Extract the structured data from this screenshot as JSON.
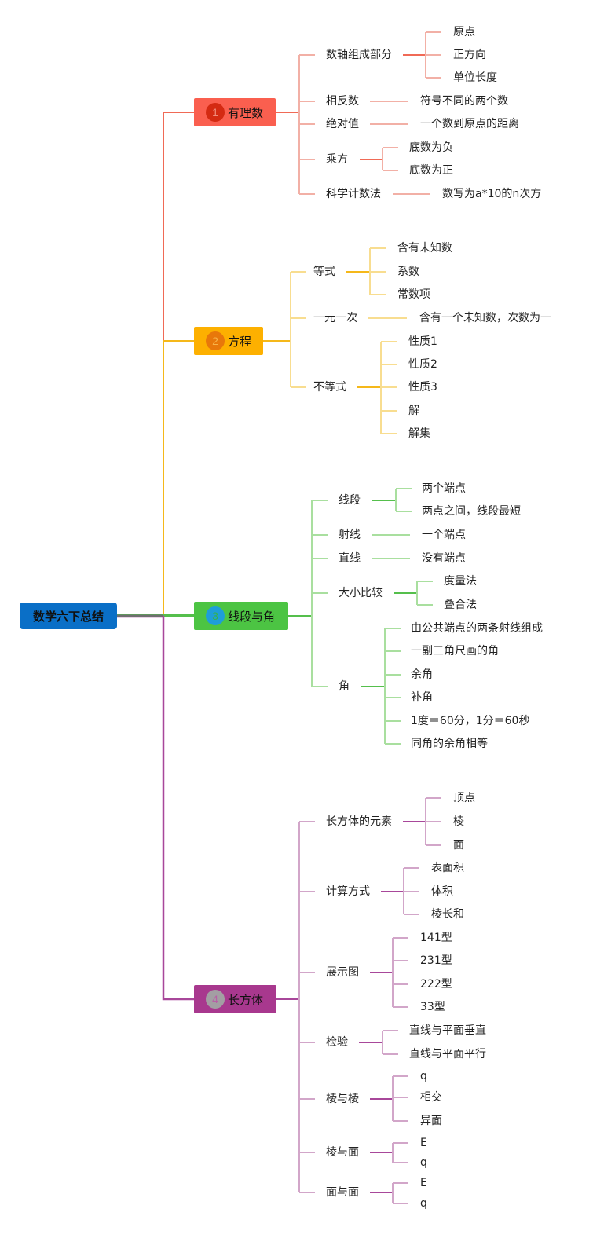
{
  "root": {
    "label": "数学六下总结",
    "color": "#0a6fc7"
  },
  "topics": [
    {
      "number": "1",
      "label": "有理数",
      "color": "#fa5f4f",
      "badge_color": "#d42a12",
      "badge_text_color": "#f08a7a",
      "line_color": "#f06a56",
      "child_line_color": "#f2b0a6",
      "children": [
        {
          "label": "数轴组成部分",
          "children": [
            {
              "label": "原点"
            },
            {
              "label": "正方向"
            },
            {
              "label": "单位长度"
            }
          ]
        },
        {
          "label": "相反数",
          "children": [
            {
              "label": "符号不同的两个数"
            }
          ]
        },
        {
          "label": "绝对值",
          "children": [
            {
              "label": "一个数到原点的距离"
            }
          ]
        },
        {
          "label": "乘方",
          "children": [
            {
              "label": "底数为负"
            },
            {
              "label": "底数为正"
            }
          ]
        },
        {
          "label": "科学计数法",
          "children": [
            {
              "label": "数写为a*10的n次方"
            }
          ]
        }
      ]
    },
    {
      "number": "2",
      "label": "方程",
      "color": "#fdb000",
      "badge_color": "#e8780a",
      "badge_text_color": "#f7b34a",
      "line_color": "#f5b81a",
      "child_line_color": "#f8dd90",
      "children": [
        {
          "label": "等式",
          "children": [
            {
              "label": "含有未知数"
            },
            {
              "label": "系数"
            },
            {
              "label": "常数项"
            }
          ]
        },
        {
          "label": "一元一次",
          "children": [
            {
              "label": "含有一个未知数，次数为一"
            }
          ]
        },
        {
          "label": "不等式",
          "children": [
            {
              "label": "性质1"
            },
            {
              "label": "性质2"
            },
            {
              "label": "性质3"
            },
            {
              "label": "解"
            },
            {
              "label": "解集"
            }
          ]
        }
      ]
    },
    {
      "number": "3",
      "label": "线段与角",
      "color": "#4cc443",
      "badge_color": "#1e9ed8",
      "badge_text_color": "#35b24a",
      "line_color": "#55bf4c",
      "child_line_color": "#a9df9f",
      "children": [
        {
          "label": "线段",
          "children": [
            {
              "label": "两个端点"
            },
            {
              "label": "两点之间，线段最短"
            }
          ]
        },
        {
          "label": "射线",
          "children": [
            {
              "label": "一个端点"
            }
          ]
        },
        {
          "label": "直线",
          "children": [
            {
              "label": "没有端点"
            }
          ]
        },
        {
          "label": "大小比较",
          "children": [
            {
              "label": "度量法"
            },
            {
              "label": "叠合法"
            }
          ]
        },
        {
          "label": "角",
          "children": [
            {
              "label": "由公共端点的两条射线组成"
            },
            {
              "label": "一副三角尺画的角"
            },
            {
              "label": "余角"
            },
            {
              "label": "补角"
            },
            {
              "label": "1度＝60分，1分＝60秒"
            },
            {
              "label": "同角的余角相等"
            }
          ]
        }
      ]
    },
    {
      "number": "4",
      "label": "长方体",
      "color": "#a8388e",
      "badge_color": "#a39ea3",
      "badge_text_color": "#b860a6",
      "line_color": "#a8479a",
      "child_line_color": "#d2a6c9",
      "children": [
        {
          "label": "长方体的元素",
          "children": [
            {
              "label": "顶点"
            },
            {
              "label": "棱"
            },
            {
              "label": "面"
            }
          ]
        },
        {
          "label": "计算方式",
          "children": [
            {
              "label": "表面积"
            },
            {
              "label": "体积"
            },
            {
              "label": "棱长和"
            }
          ]
        },
        {
          "label": "展示图",
          "children": [
            {
              "label": "141型"
            },
            {
              "label": "231型"
            },
            {
              "label": "222型"
            },
            {
              "label": "33型"
            }
          ]
        },
        {
          "label": "检验",
          "children": [
            {
              "label": "直线与平面垂直"
            },
            {
              "label": "直线与平面平行"
            }
          ]
        },
        {
          "label": "棱与棱",
          "children": [
            {
              "label": "q"
            },
            {
              "label": "相交"
            },
            {
              "label": "异面"
            }
          ]
        },
        {
          "label": "棱与面",
          "children": [
            {
              "label": "E"
            },
            {
              "label": "q"
            }
          ]
        },
        {
          "label": "面与面",
          "children": [
            {
              "label": "E"
            },
            {
              "label": "q"
            }
          ]
        }
      ]
    }
  ]
}
